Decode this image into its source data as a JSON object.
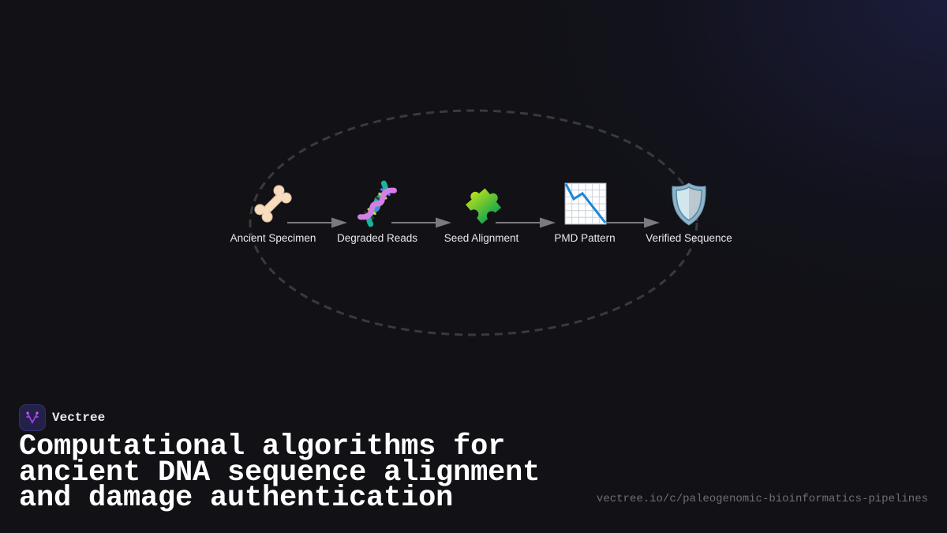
{
  "diagram": {
    "type": "pipeline-flow",
    "nodes": [
      {
        "id": "ancient-specimen",
        "label": "Ancient Specimen",
        "icon": "bone-icon"
      },
      {
        "id": "degraded-reads",
        "label": "Degraded Reads",
        "icon": "dna-icon"
      },
      {
        "id": "seed-alignment",
        "label": "Seed Alignment",
        "icon": "puzzle-piece-icon"
      },
      {
        "id": "pmd-pattern",
        "label": "PMD Pattern",
        "icon": "chart-decreasing-icon"
      },
      {
        "id": "verified-sequence",
        "label": "Verified Sequence",
        "icon": "shield-icon"
      }
    ],
    "edges": [
      [
        "ancient-specimen",
        "degraded-reads"
      ],
      [
        "degraded-reads",
        "seed-alignment"
      ],
      [
        "seed-alignment",
        "pmd-pattern"
      ],
      [
        "pmd-pattern",
        "verified-sequence"
      ]
    ],
    "colors": {
      "arrow": "#7a7a80",
      "ellipse": "#3a3a3e",
      "label": "#e9e9ee"
    }
  },
  "brand": {
    "name": "Vectree",
    "logo_icon": "vectree-logo-icon",
    "logo_bg": "#23214a",
    "logo_accent": "#a040e0"
  },
  "title": "Computational algorithms for ancient DNA sequence alignment and damage authentication",
  "title_lines": [
    "Computational algorithms for",
    "ancient DNA sequence alignment",
    "and damage authentication"
  ],
  "url": "vectree.io/c/paleogenomic-bioinformatics-pipelines",
  "background": "#111116"
}
